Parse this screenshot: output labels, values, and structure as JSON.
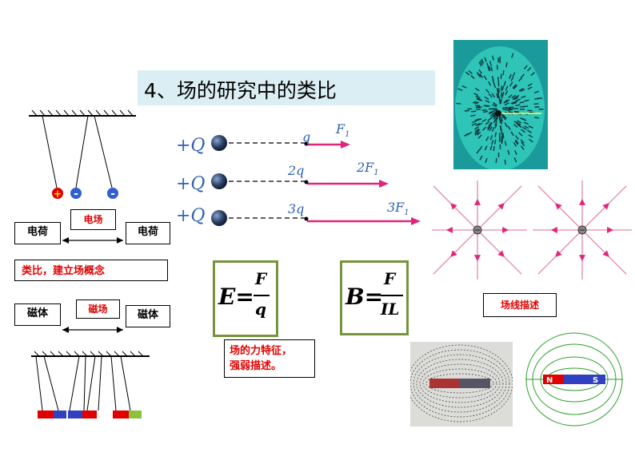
{
  "title": "4、场的研究中的类比",
  "electric": {
    "left_label": "电荷",
    "middle_label": "电场",
    "right_label": "电荷",
    "charges": [
      "+",
      "-",
      "-"
    ]
  },
  "analogy_box": "类比，建立场概念",
  "magnetic": {
    "left_label": "磁体",
    "middle_label": "磁场",
    "right_label": "磁体"
  },
  "test_charges": [
    {
      "source": "+Q",
      "q": "q",
      "f": "F",
      "f_sub": "1"
    },
    {
      "source": "+Q",
      "q": "2q",
      "f": "2F",
      "f_sub": "1"
    },
    {
      "source": "+Q",
      "q": "3q",
      "f": "3F",
      "f_sub": "1"
    }
  ],
  "formula_e": {
    "lhs": "E=",
    "num": "F",
    "den": "q"
  },
  "formula_b": {
    "lhs": "B=",
    "num": "F",
    "den": "IL"
  },
  "force_description": [
    "场的力特征，",
    "强弱描述。"
  ],
  "field_lines_label": "场线描述",
  "magnet_labels": {
    "n": "N",
    "s": "S"
  },
  "colors": {
    "red": "#e00000",
    "green_border": "#77933c",
    "title_bg": "#dbeef4",
    "field_line": "#e08aa5",
    "arrow": "#e0267a"
  }
}
